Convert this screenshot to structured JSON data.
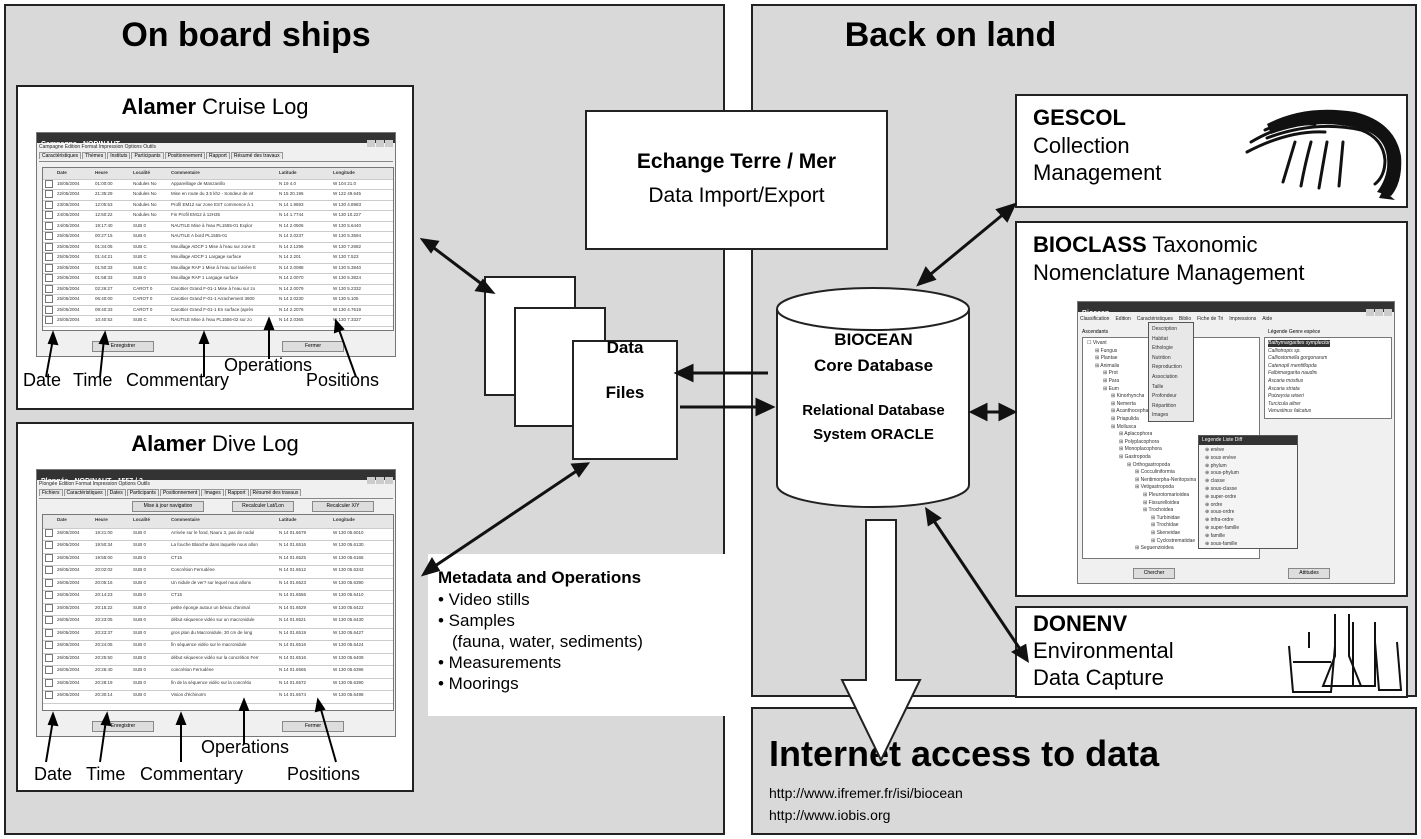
{
  "left_panel": {
    "title": "On board ships"
  },
  "right_panel": {
    "title": "Back on land"
  },
  "cruise_log": {
    "title_bold": "Alamer",
    "title_rest": "Cruise Log",
    "window_title": "Campagne - NODINAUT",
    "menu": "Campagne  Edition  Format  Impression  Options  Outils",
    "tabs": [
      "Caractéristiques",
      "Thèmes",
      "Instituts",
      "Participants",
      "Positionnement",
      "Rapport",
      "Résumé des travaux"
    ],
    "columns": [
      "Date",
      "Heure",
      "Localité",
      "Commentaire",
      "Latitude",
      "Longitude"
    ],
    "rows": [
      [
        "15/05/2004",
        "01:00:00",
        "Nodules No",
        "Appareillage de Manzanillo",
        "N 19 4.0",
        "W 104 21.0"
      ],
      [
        "22/05/2004",
        "21:35:29",
        "Nodules No",
        "Mise en route du 3.5 khz - Sondeur de vit",
        "N 15 20.196",
        "W 122 49.645"
      ],
      [
        "23/05/2004",
        "12:05:53",
        "Nodules No",
        "Profil EM12 sur zone EST commence à 1",
        "N 14 1.9693",
        "W 130 4.8983"
      ],
      [
        "24/05/2004",
        "12:50:22",
        "Nodules No",
        "Fin Profil EM12 à 12H35",
        "N 14 1.7744",
        "W 130 10.227"
      ],
      [
        "24/05/2004",
        "19:17:40",
        "SUB 0",
        "NAUTILE Mise à l'eau PL1555-01 Explor",
        "N 14 2.0506",
        "W 130 5.6440"
      ],
      [
        "25/05/2004",
        "00:27:15",
        "SUB 0",
        "NAUTILE A bord PL1555-01",
        "N 14 2.0237",
        "W 130 5.3594"
      ],
      [
        "25/05/2004",
        "01:34:05",
        "SUB C",
        "Mouillage ADCP 1 Mise à l'eau sur zone E",
        "N 14 2.1296",
        "W 130 7.2682"
      ],
      [
        "25/05/2004",
        "01:44:21",
        "SUB C",
        "Mouillage ADCP 1 Largage surface",
        "N 14 2.201",
        "W 130 7.523"
      ],
      [
        "25/05/2004",
        "01:50:33",
        "SUB C",
        "Mouillage RAP 1 Mise à l'eau sur lanière E",
        "N 14 2.0088",
        "W 130 5.3840"
      ],
      [
        "25/05/2004",
        "01:58:33",
        "SUB 0",
        "Mouillage RAP 1 Largage surface",
        "N 14 2.0070",
        "W 130 5.3824"
      ],
      [
        "25/05/2004",
        "02:26:27",
        "CAROT 0",
        "Carottier Grand F-01-1 Mise à l'eau sur zo",
        "N 14 2.0079",
        "W 130 5.2332"
      ],
      [
        "25/05/2004",
        "06:40:00",
        "CAROT 0",
        "Carottier Grand F-01-1 Arrachement 3600",
        "N 14 2.0230",
        "W 130 5.105"
      ],
      [
        "25/05/2004",
        "09:40:33",
        "CAROT 0",
        "Carottier Grand F-01-1 En surface (après",
        "N 14 2.2076",
        "W 130 4.7619"
      ],
      [
        "25/05/2004",
        "10:40:52",
        "SUB C",
        "NAUTILE Mise à l'eau PL1556-02 sur zo",
        "N 14 2.0365",
        "W 130 7.3327"
      ]
    ],
    "btn_left": "Enregistrer",
    "btn_right": "Fermer",
    "labels": [
      "Date",
      "Time",
      "Commentary",
      "Operations",
      "Positions"
    ]
  },
  "dive_log": {
    "title_bold": "Alamer",
    "title_rest": "Dive Log",
    "window_title": "Plongée - NODINAUT - 1557 / 3",
    "menu": "Plongée  Edition  Format  Impression  Options  Outils",
    "tabs": [
      "Fichiers",
      "Caractéristiques",
      "Dates",
      "Participants",
      "Positionnement",
      "Images",
      "Rapport",
      "Résumé des travaux"
    ],
    "top_buttons": [
      "Mise à jour navigation",
      "Recalculer Lat/Lon",
      "Recalculer X/Y"
    ],
    "columns": [
      "Date",
      "Heure",
      "Localité",
      "Commentaire",
      "Latitude",
      "Longitude"
    ],
    "rows": [
      [
        "26/05/2004",
        "19:21:00",
        "SUB 0",
        "Arrivée sur le fond, Nauru 3, pas de nodul",
        "N 14 01.6679",
        "W 130 05.6010"
      ],
      [
        "26/05/2004",
        "19:50:34",
        "SUB 0",
        "La fouche Blanche dans laquelle nous allon",
        "N 14 01.6516",
        "W 130 05.6130"
      ],
      [
        "26/05/2004",
        "19:55:00",
        "SUB 0",
        "CT15",
        "N 14 01.6525",
        "W 130 05.6165"
      ],
      [
        "26/05/2004",
        "20:02:02",
        "SUB 0",
        "Concrétion Ferrudène",
        "N 14 01.6512",
        "W 130 05.6343"
      ],
      [
        "26/05/2004",
        "20:05:16",
        "SUB 0",
        "Un nidule de ver? sur lequel nous allons",
        "N 14 01.6523",
        "W 130 05.6390"
      ],
      [
        "26/05/2004",
        "20:14:23",
        "SUB 0",
        "CT15",
        "N 14 01.6556",
        "W 130 05.6410"
      ],
      [
        "26/05/2004",
        "20:15:22",
        "SUB 0",
        "petite éponge autour un bénac d'animal",
        "N 14 01.6529",
        "W 130 05.6422"
      ],
      [
        "26/05/2004",
        "20:23:05",
        "SUB 0",
        "début séquence vidéo sur un macronidule",
        "N 14 01.6521",
        "W 130 05.6430"
      ],
      [
        "26/05/2004",
        "20:23:37",
        "SUB 0",
        "gros plan du Macronidule, 30 cm de long",
        "N 14 01.6519",
        "W 130 05.6427"
      ],
      [
        "26/05/2004",
        "20:24:05",
        "SUB 0",
        "fin séquence vidéo sur le macronidule",
        "N 14 01.6516",
        "W 130 05.6424"
      ],
      [
        "26/05/2004",
        "20:25:50",
        "SUB 0",
        "début séquence vidéo sur la concrétion Ferr",
        "N 14 01.6516",
        "W 130 05.6409"
      ],
      [
        "26/05/2004",
        "20:26:40",
        "SUB 0",
        "concrétion Ferrudène",
        "N 14 01.6565",
        "W 130 05.6396"
      ],
      [
        "26/05/2004",
        "20:28:19",
        "SUB 0",
        "fin de la séquence vidéo sur la concrétio",
        "N 14 01.6572",
        "W 130 05.6390"
      ],
      [
        "26/05/2004",
        "20:30:14",
        "SUB 0",
        "Vision d'échinoïm",
        "N 14 01.6574",
        "W 130 05.6498"
      ]
    ],
    "btn_left": "Enregistrer",
    "btn_right": "Fermer",
    "labels": [
      "Date",
      "Time",
      "Commentary",
      "Operations",
      "Positions"
    ]
  },
  "exchange": {
    "title": "Echange Terre / Mer",
    "subtitle": "Data Import/Export"
  },
  "data_files": {
    "line1": "Data",
    "line2": "Files"
  },
  "database": {
    "name1": "BIOCEAN",
    "name2": "Core Database",
    "sub1": "Relational Database",
    "sub2": "System ORACLE"
  },
  "metadata": {
    "title": "Metadata and Operations",
    "items": [
      "• Video stills",
      "• Samples",
      "(fauna, water, sediments)",
      "• Measurements",
      "• Moorings"
    ]
  },
  "gescol": {
    "bold": "GESCOL",
    "line1": "Collection",
    "line2": "Management",
    "icon": "shrimp-icon"
  },
  "bioclass": {
    "bold": "BIOCLASS",
    "rest": "Taxonomic",
    "line2": "Nomenclature Management",
    "window_title": "Biocean",
    "menu": [
      "Classification",
      "Edition",
      "Caractéristiques",
      "Biblio",
      "Fiche de Tri",
      "Impressions",
      "Aide"
    ],
    "left_header": "Ascendants",
    "right_header": "Légende  Genre espèce",
    "tree": [
      "Vivant",
      "Fungus",
      "Plantae",
      "Animalia",
      "Prot",
      "Para",
      "Eum",
      "Kinorhyncha",
      "Nemerta",
      "Acanthocephala",
      "Priapulida",
      "Mollusca",
      "Aplacophora",
      "Polyplacophora",
      "Monoplacophora",
      "Gastropoda",
      "Orthogastropoda",
      "Cocculiniformia",
      "Neritimorpha-Neritopsina",
      "Vetigastropoda",
      "Pleurotomarioidea",
      "Fissurelloidea",
      "Trochoidea",
      "Turbinidae",
      "Trochidae",
      "Skeneidae",
      "Cyclostrematidae",
      "Seguenzioidea"
    ],
    "dropdown": [
      "Description",
      "Habitat",
      "Ethologie",
      "Nutrition",
      "Reproduction",
      "Association",
      "Taille",
      "Profondeur",
      "Répartition",
      "Images"
    ],
    "species": [
      "Bathymargarites symplector",
      "Calliotropis sp.",
      "Calliostomella gorgonarum",
      "Catenopil rnentiflopda",
      "Falbimargarita naudini",
      "Ascaria mostius",
      "Ascaria striata",
      "Putzeysia wiseri",
      "Turcicula altrer",
      "Venustinus falcatus"
    ],
    "legend_title": "Legende Liste Diff",
    "legend": [
      "enève",
      "sous enève",
      "phylum",
      "sous-phylum",
      "classe",
      "sous-classe",
      "super-ordre",
      "ordre",
      "sous-ordre",
      "infra-ordre",
      "super-famille",
      "famille",
      "sous-famille"
    ],
    "btn_left": "Chercher",
    "btn_right": "Attitudes"
  },
  "donenv": {
    "bold": "DONENV",
    "line1": "Environmental",
    "line2": "Data Capture",
    "icon": "lab-glassware-icon"
  },
  "internet": {
    "title": "Internet access to data",
    "url1": "http://www.ifremer.fr/isi/biocean",
    "url2": "http://www.iobis.org"
  }
}
